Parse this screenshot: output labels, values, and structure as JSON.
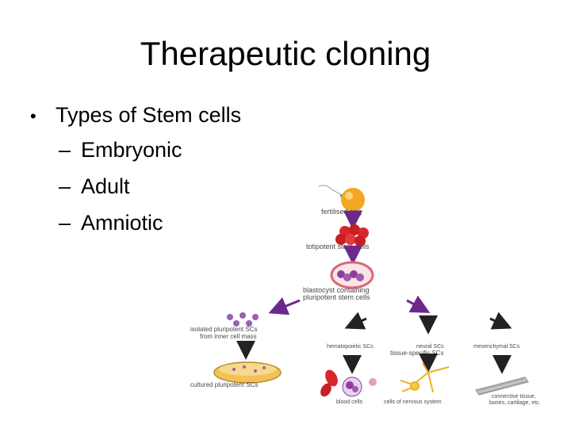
{
  "slide": {
    "title": "Therapeutic cloning",
    "bullet": "Types of Stem cells",
    "sub_items": [
      "Embryonic",
      "Adult",
      "Amniotic"
    ]
  },
  "diagram": {
    "labels": {
      "fertilised_egg": "fertilised egg",
      "totipotent": "totipotent stem cells",
      "blastocyst_line1": "blastocyst containing",
      "blastocyst_line2": "pluripotent stem cells",
      "isolated_line1": "isolated pluripotent SCs",
      "isolated_line2": "from inner cell mass",
      "hematopoietic": "hematopoietic SCs",
      "neural": "neural SCs",
      "mesenchymal": "mesenchymal SCs",
      "tissue_specific": "tissue-specific SCs",
      "cultured": "cultured pluripotent SCs",
      "blood_cells": "blood cells",
      "nervous_system": "cells of nervous system",
      "connective_line1": "connective tissue,",
      "connective_line2": "bones, cartilage, etc."
    },
    "colors": {
      "egg": "#f5a623",
      "totipotent": "#d9262b",
      "arrow_purple": "#6b2a8a",
      "pluripotent": "#9b5fb0",
      "arrow_dark": "#222222",
      "culture_dish": "#f2c15a"
    }
  }
}
